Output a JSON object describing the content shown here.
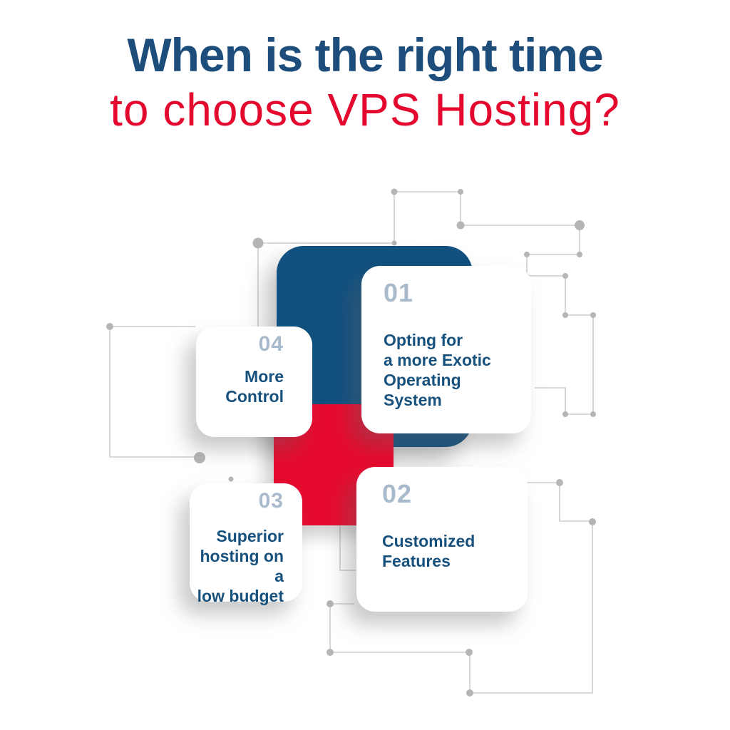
{
  "infographic": {
    "title": {
      "line1": "When is the right time",
      "line2": "to choose VPS Hosting?"
    },
    "cards": {
      "c01": {
        "number": "01",
        "lines": [
          "Opting for",
          "a more Exotic",
          "Operating System"
        ]
      },
      "c02": {
        "number": "02",
        "lines": [
          "Customized",
          "Features"
        ]
      },
      "c03": {
        "number": "03",
        "lines": [
          "Superior",
          "hosting on a",
          "low budget"
        ]
      },
      "c04": {
        "number": "04",
        "lines": [
          "More",
          "Control"
        ]
      }
    },
    "colors": {
      "title_blue": "#1d4d7b",
      "title_red": "#e4082f",
      "shape_blue": "#11507f",
      "shape_red": "#e60b2e",
      "card_number": "#a9bacd",
      "card_text": "#17517e",
      "circuit_line": "#cdcdcd",
      "circuit_dot": "#b5b5b5",
      "background": "#ffffff"
    }
  }
}
